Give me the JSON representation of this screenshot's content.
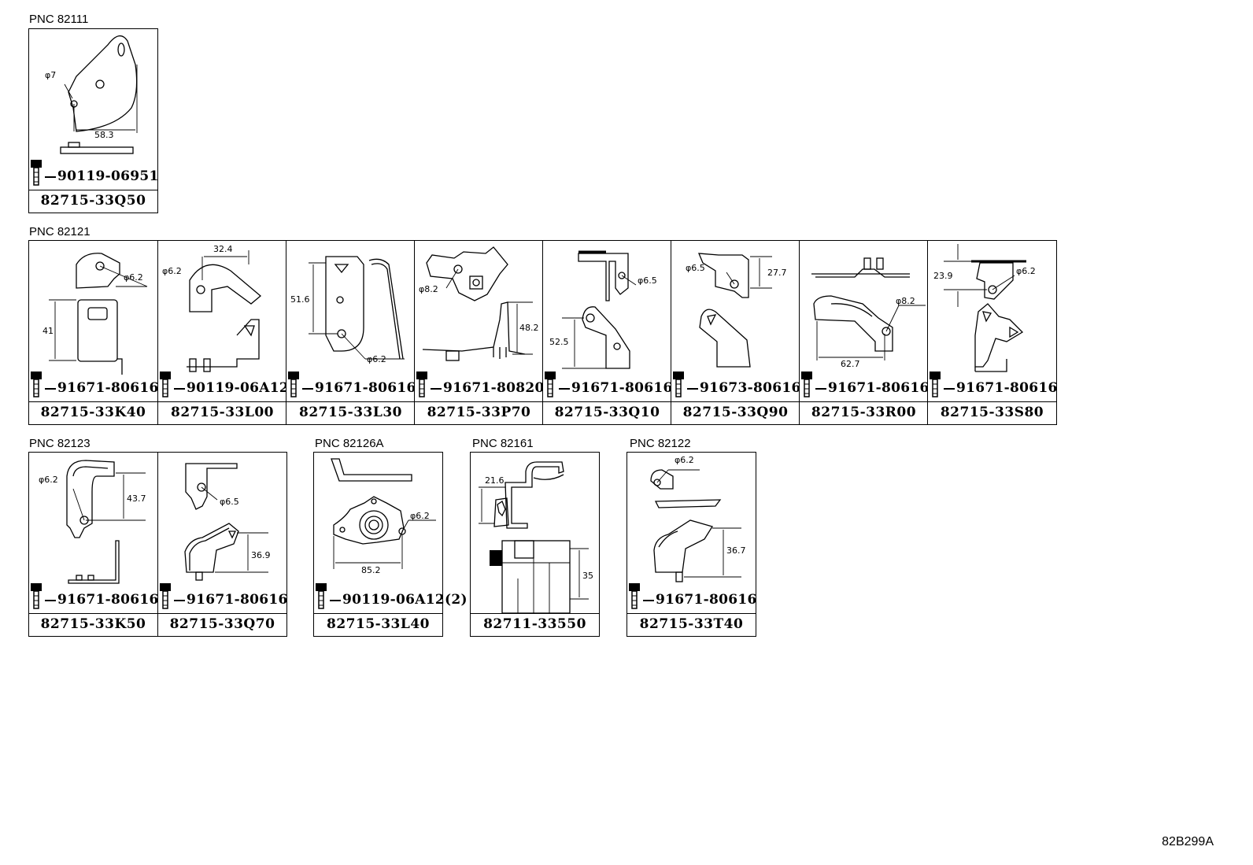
{
  "groups": [
    {
      "pnc": "PNC 82111"
    },
    {
      "pnc": "PNC 82121"
    },
    {
      "pnc": "PNC 82123"
    },
    {
      "pnc": "PNC 82126A"
    },
    {
      "pnc": "PNC 82161"
    },
    {
      "pnc": "PNC 82122"
    }
  ],
  "cells": [
    {
      "part": "82715-33Q50",
      "bolt": "90119-06951",
      "dims": [
        "φ7",
        "58.3"
      ]
    },
    {
      "part": "82715-33K40",
      "bolt": "91671-80616",
      "dims": [
        "φ6.2",
        "41"
      ]
    },
    {
      "part": "82715-33L00",
      "bolt": "90119-06A12",
      "dims": [
        "φ6.2",
        "32.4"
      ]
    },
    {
      "part": "82715-33L30",
      "bolt": "91671-80616",
      "dims": [
        "51.6",
        "φ6.2"
      ]
    },
    {
      "part": "82715-33P70",
      "bolt": "91671-80820",
      "dims": [
        "φ8.2",
        "48.2"
      ]
    },
    {
      "part": "82715-33Q10",
      "bolt": "91671-80616",
      "dims": [
        "φ6.5",
        "52.5"
      ]
    },
    {
      "part": "82715-33Q90",
      "bolt": "91673-80616",
      "dims": [
        "φ6.5",
        "27.7"
      ]
    },
    {
      "part": "82715-33R00",
      "bolt": "91671-80616",
      "dims": [
        "φ8.2",
        "62.7"
      ]
    },
    {
      "part": "82715-33S80",
      "bolt": "91671-80616",
      "dims": [
        "23.9",
        "φ6.2"
      ]
    },
    {
      "part": "82715-33K50",
      "bolt": "91671-80616",
      "dims": [
        "φ6.2",
        "43.7"
      ]
    },
    {
      "part": "82715-33Q70",
      "bolt": "91671-80616",
      "dims": [
        "φ6.5",
        "36.9"
      ]
    },
    {
      "part": "82715-33L40",
      "bolt": "90119-06A12(2)",
      "dims": [
        "φ6.2",
        "85.2"
      ]
    },
    {
      "part": "82711-33550",
      "bolt": "",
      "dims": [
        "21.6",
        "35"
      ]
    },
    {
      "part": "82715-33T40",
      "bolt": "91671-80616",
      "dims": [
        "φ6.2",
        "36.7"
      ]
    }
  ],
  "reference": "82B299A"
}
